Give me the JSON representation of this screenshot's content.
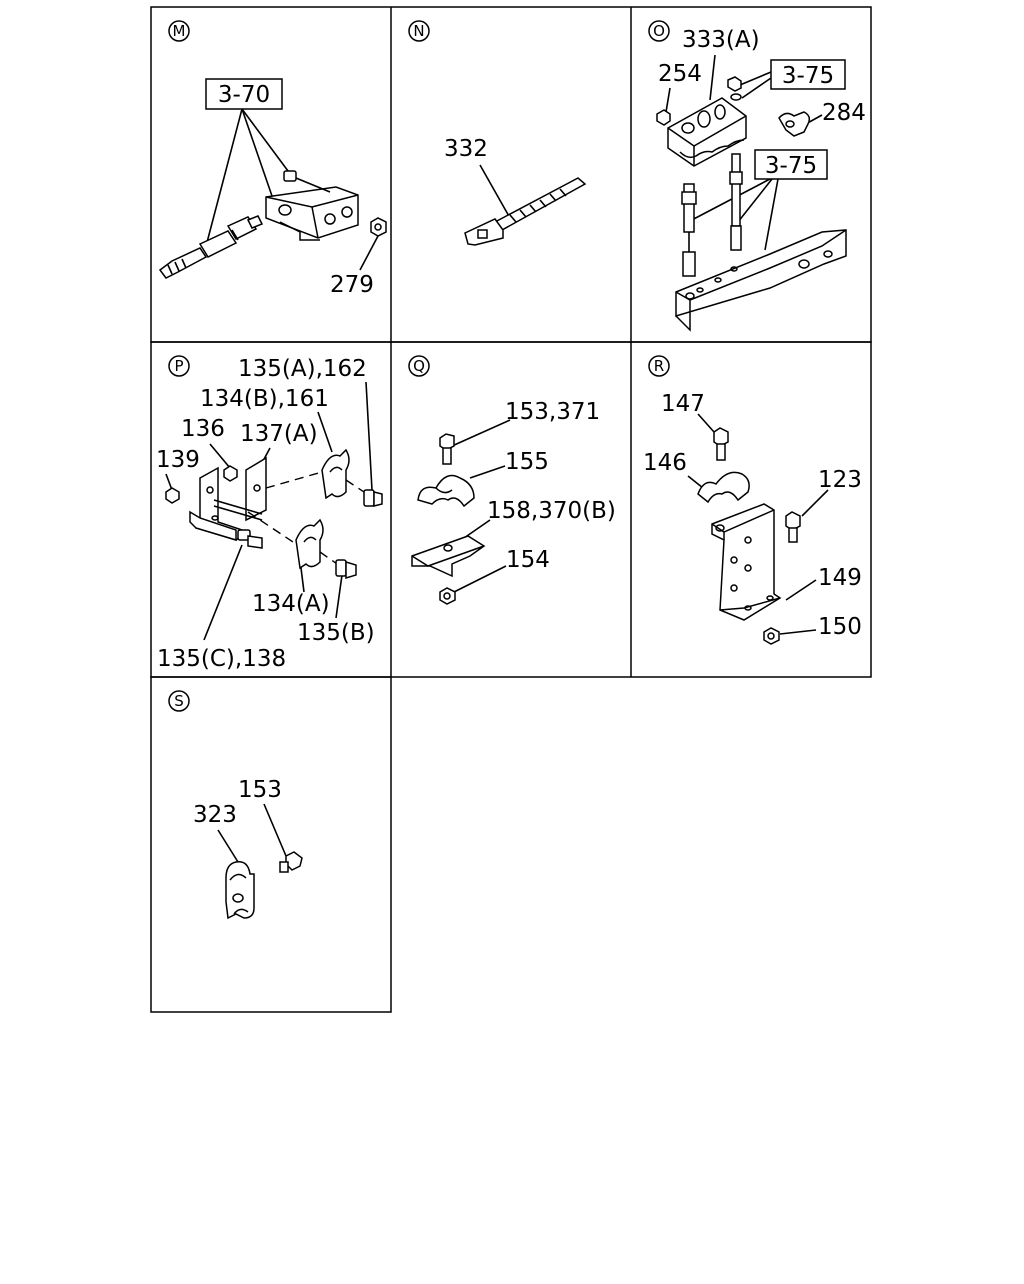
{
  "panels": {
    "m": {
      "letter": "M",
      "box_ref": "3-70",
      "labels": [
        "279"
      ]
    },
    "n": {
      "letter": "N",
      "labels": [
        "332"
      ]
    },
    "o": {
      "letter": "O",
      "box_refs": [
        "3-75",
        "3-75"
      ],
      "labels": [
        "333(A)",
        "254",
        "284"
      ]
    },
    "p": {
      "letter": "P",
      "labels": [
        "135(A),162",
        "134(B),161",
        "136",
        "137(A)",
        "139",
        "134(A)",
        "135(B)",
        "135(C),138"
      ]
    },
    "q": {
      "letter": "Q",
      "labels": [
        "153,371",
        "155",
        "158,370(B)",
        "154"
      ]
    },
    "r": {
      "letter": "R",
      "labels": [
        "147",
        "146",
        "123",
        "149",
        "150"
      ]
    },
    "s": {
      "letter": "S",
      "labels": [
        "153",
        "323"
      ]
    }
  }
}
